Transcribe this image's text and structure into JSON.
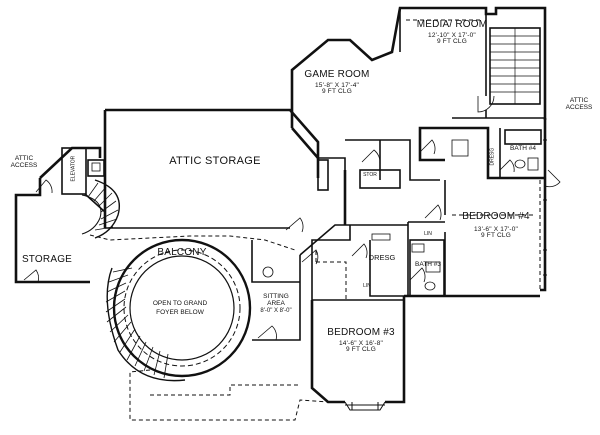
{
  "rooms": {
    "media_room": {
      "name": "MEDIA/  ROOM",
      "size": "12'-10\" X 17'-0\"",
      "clg": "9 FT CLG"
    },
    "game_room": {
      "name": "GAME ROOM",
      "size": "15'-8\" X 17'-4\"",
      "clg": "9 FT CLG"
    },
    "attic_storage": {
      "name": "ATTIC STORAGE"
    },
    "attic_access_left": {
      "line1": "ATTIC",
      "line2": "ACCESS"
    },
    "attic_access_right": {
      "line1": "ATTIC",
      "line2": "ACCESS"
    },
    "elevator": {
      "name": "ELEVATOR"
    },
    "storage": {
      "name": "STORAGE"
    },
    "balcony": {
      "name": "BALCONY"
    },
    "open_foyer": {
      "line1": "OPEN TO GRAND",
      "line2": "FOYER BELOW"
    },
    "sitting_area": {
      "line1": "SITTING",
      "line2": "AREA",
      "size": "8'-0\" X 8'-0\""
    },
    "bedroom3": {
      "name": "BEDROOM #3",
      "size": "14'-6\" X 16'-8\"",
      "clg": "9 FT CLG"
    },
    "bedroom4": {
      "name": "BEDROOM #4",
      "size": "13'-6\" X 17'-0\"",
      "clg": "9 FT CLG"
    },
    "bath3": {
      "name": "BATH #3"
    },
    "bath4": {
      "name": "BATH #4"
    },
    "dresg_b3": {
      "name": "DRESG"
    },
    "dresg_b4": {
      "name": "DRESG"
    },
    "stor": {
      "name": "STOR"
    },
    "lin_b4": {
      "name": "LIN"
    },
    "lin_b3": {
      "name": "LIN"
    }
  }
}
